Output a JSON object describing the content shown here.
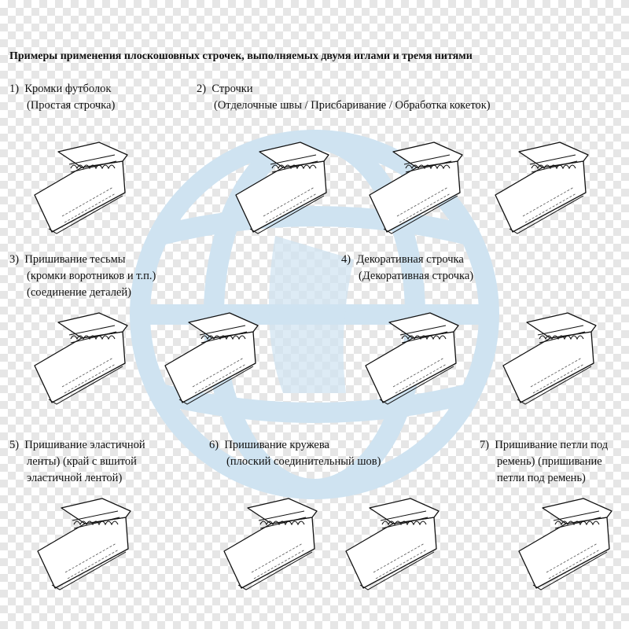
{
  "title": "Примеры применения плоскошовных строчек, выполняемых двумя иглами и тремя нитями",
  "items": [
    {
      "num": "1)",
      "lines": [
        "Кромки футболок",
        "(Простая строчка)"
      ]
    },
    {
      "num": "2)",
      "lines": [
        "Строчки",
        "(Отделочные швы / Присбаривание / Обработка кокеток)"
      ]
    },
    {
      "num": "3)",
      "lines": [
        "Пришивание тесьмы",
        "(кромки воротников и т.п.)",
        "(соединение деталей)"
      ]
    },
    {
      "num": "4)",
      "lines": [
        "Декоративная строчка",
        "(Декоративная строчка)"
      ]
    },
    {
      "num": "5)",
      "lines": [
        "Пришивание эластичной",
        "ленты) (край с вшитой",
        "эластичной лентой)"
      ]
    },
    {
      "num": "6)",
      "lines": [
        "Пришивание кружева",
        "(плоский соединительный шов)"
      ]
    },
    {
      "num": "7)",
      "lines": [
        "Пришивание петли под",
        "ремень) (пришивание",
        "петли под ремень)"
      ]
    }
  ],
  "colors": {
    "watermark": "#cfe3f1",
    "ink": "#111111"
  }
}
